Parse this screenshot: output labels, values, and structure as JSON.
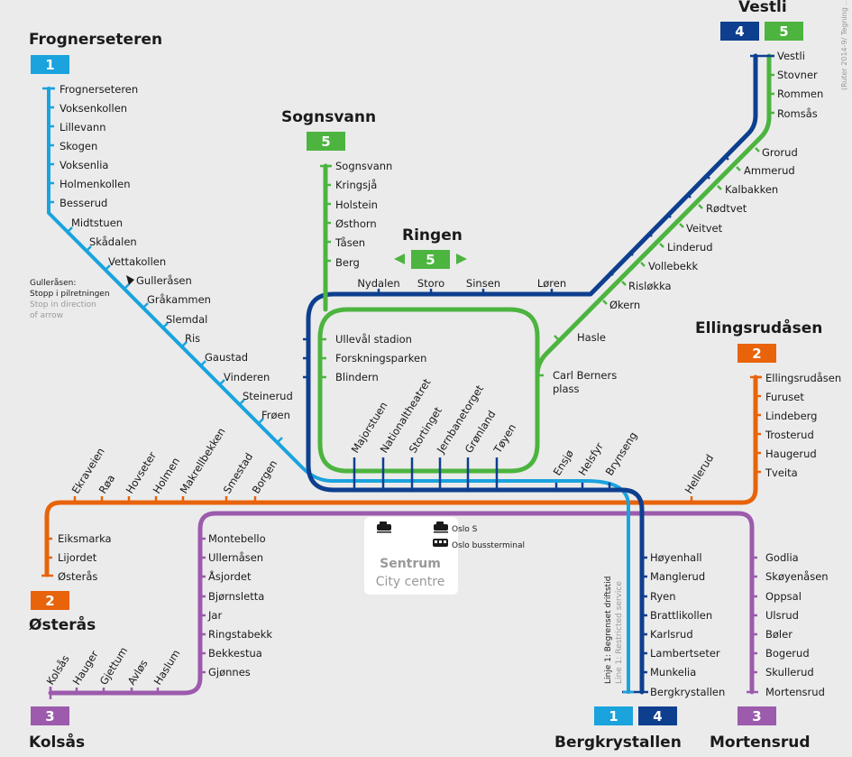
{
  "colors": {
    "line1": "#1aa3dd",
    "line2": "#e8630a",
    "line3": "#9c5bac",
    "line4": "#0e3f8f",
    "line5": "#4cb43f",
    "background": "#ebebeb"
  },
  "copyright": "(Ruter 2014-9/ Tegning ...)",
  "terminals": {
    "frognerseteren": "Frognerseteren",
    "sognsvann": "Sognsvann",
    "vestli": "Vestli",
    "ellingsrudasen": "Ellingsrudåsen",
    "osteras": "Østerås",
    "kolsas": "Kolsås",
    "bergkrystallen": "Bergkrystallen",
    "mortensrud": "Mortensrud",
    "ringen": "Ringen"
  },
  "badges": {
    "frognerseteren": "1",
    "sognsvann": "5",
    "vestli_a": "4",
    "vestli_b": "5",
    "ringen": "5",
    "ellingsrudasen": "2",
    "osteras": "2",
    "kolsas": "3",
    "bergkrystallen_a": "1",
    "bergkrystallen_b": "4",
    "mortensrud": "3"
  },
  "stations": {
    "line1": [
      "Frognerseteren",
      "Voksenkollen",
      "Lillevann",
      "Skogen",
      "Voksenlia",
      "Holmenkollen",
      "Besserud",
      "Midtstuen",
      "Skådalen",
      "Vettakollen",
      "Gulleråsen",
      "Gråkammen",
      "Slemdal",
      "Ris",
      "Gaustad",
      "Vinderen",
      "Steinerud",
      "Frøen"
    ],
    "line5_north": [
      "Sognsvann",
      "Kringsjå",
      "Holstein",
      "Østhorn",
      "Tåsen",
      "Berg"
    ],
    "ring_top": [
      "Nydalen",
      "Storo",
      "Sinsen",
      "Løren"
    ],
    "ring_left": [
      "Ullevål stadion",
      "Forskningsparken",
      "Blindern"
    ],
    "ring_right": "Carl Berners plass",
    "centre": [
      "Majorstuen",
      "Nationaltheatret",
      "Stortinget",
      "Jernbanetorget",
      "Grønland",
      "Tøyen"
    ],
    "east_common": [
      "Ensjø",
      "Helsfyr",
      "Brynseng",
      "Hellerud"
    ],
    "west_common": [
      "Ekraveien",
      "Røa",
      "Hovseter",
      "Holmen",
      "Makrellbekken",
      "Smestad",
      "Borgen"
    ],
    "line4_north": [
      "Vestli",
      "Stovner",
      "Rommen",
      "Romsås",
      "Grorud",
      "Ammerud",
      "Kalbakken",
      "Rødtvet",
      "Veitvet",
      "Linderud",
      "Vollebekk",
      "Risløkka",
      "Økern",
      "Hasle"
    ],
    "line2_east": [
      "Ellingsrudåsen",
      "Furuset",
      "Lindeberg",
      "Trosterud",
      "Haugerud",
      "Tveita"
    ],
    "line2_west": [
      "Eiksmarka",
      "Lijordet",
      "Østerås"
    ],
    "line3_west": [
      "Montebello",
      "Ullernåsen",
      "Åsjordet",
      "Bjørnsletta",
      "Jar",
      "Ringstabekk",
      "Bekkestua",
      "Gjønnes"
    ],
    "kolsas_branch": [
      "Kolsås",
      "Hauger",
      "Gjettum",
      "Avløs",
      "Haslum"
    ],
    "line3_east": [
      "Godlia",
      "Skøyenåsen",
      "Oppsal",
      "Ulsrud",
      "Bøler",
      "Bogerud",
      "Skullerud",
      "Mortensrud"
    ],
    "line4_south": [
      "Høyenhall",
      "Manglerud",
      "Ryen",
      "Brattlikollen",
      "Karlsrud",
      "Lambertseter",
      "Munkelia",
      "Bergkrystallen"
    ]
  },
  "notes": {
    "gulleraasen_1": "Gulleråsen:",
    "gulleraasen_2": "Stopp i pilretningen",
    "gulleraasen_3": "Stop in direction",
    "gulleraasen_4": "of arrow",
    "restricted_no": "Linje 1: Begrenset driftstid",
    "restricted_en": "Line 1: Restricted service"
  },
  "centre_box": {
    "title": "Sentrum",
    "subtitle": "City centre",
    "oslo_s": "Oslo S",
    "bus_terminal": "Oslo bussterminal"
  }
}
